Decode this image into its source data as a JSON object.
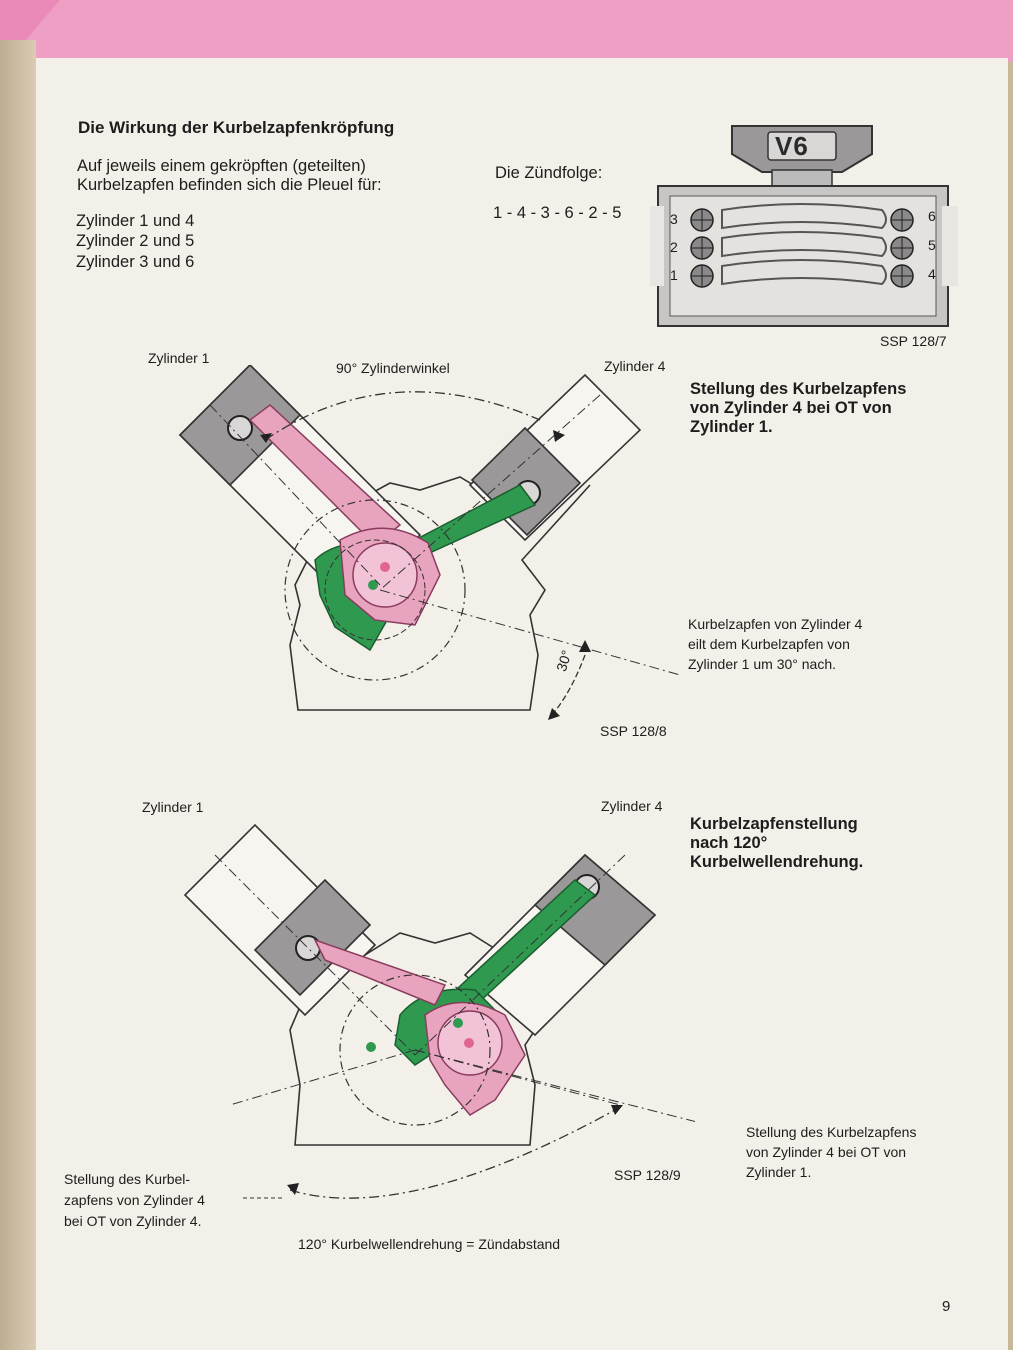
{
  "heading": "Die Wirkung der Kurbelzapfenkröpfung",
  "intro": {
    "line1": "Auf jeweils einem gekröpften (geteilten)",
    "line2": "Kurbelzapfen befinden sich die Pleuel für:"
  },
  "cylinder_pairs": [
    "Zylinder 1 und 4",
    "Zylinder 2 und 5",
    "Zylinder 3 und 6"
  ],
  "firing_order": {
    "label": "Die Zündfolge:",
    "value": "1 - 4 - 3 - 6 - 2 - 5"
  },
  "engine_diagram": {
    "badge": "V6",
    "left_bank": [
      "3",
      "2",
      "1"
    ],
    "right_bank": [
      "6",
      "5",
      "4"
    ],
    "caption": "SSP 128/7"
  },
  "diagram1": {
    "label_cyl1": "Zylinder 1",
    "label_cyl4": "Zylinder 4",
    "angle_label": "90° Zylinderwinkel",
    "angle_small": "30°",
    "title": [
      "Stellung des Kurbelzapfens",
      "von Zylinder 4 bei OT von",
      "Zylinder 1."
    ],
    "note": [
      "Kurbelzapfen von Zylinder 4",
      "eilt dem Kurbelzapfen von",
      "Zylinder 1 um 30° nach."
    ],
    "caption": "SSP 128/8"
  },
  "diagram2": {
    "label_cyl1": "Zylinder 1",
    "label_cyl4": "Zylinder 4",
    "title": [
      "Kurbelzapfenstellung",
      "nach 120°",
      "Kurbelwellendrehung."
    ],
    "note_right": [
      "Stellung des Kurbelzapfens",
      "von Zylinder 4 bei OT von",
      "Zylinder 1."
    ],
    "note_left": [
      "Stellung des Kurbel-",
      "zapfens von Zylinder 4",
      "bei OT von Zylinder 4."
    ],
    "caption": "SSP 128/9",
    "bottom_label": "120° Kurbelwellendrehung = Zündabstand"
  },
  "page_number": "9",
  "colors": {
    "pink_rod": "#e8a3bf",
    "green_rod": "#2f9a4f",
    "piston_gray": "#8e8c8c",
    "page_tab": "#ef9fc4"
  }
}
